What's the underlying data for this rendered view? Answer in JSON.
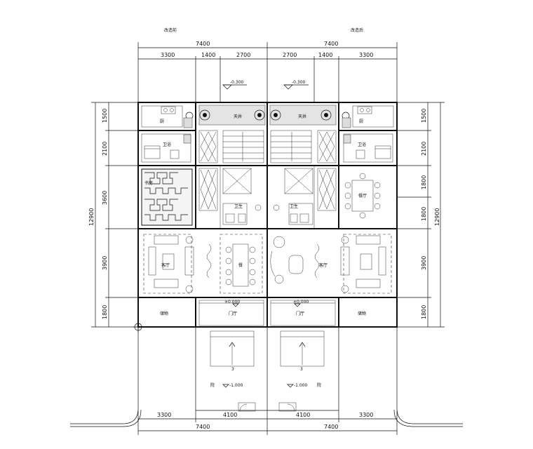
{
  "headings": {
    "left": "改造前",
    "right": "改造后"
  },
  "top_dims": {
    "overall": [
      "7400",
      "7400"
    ],
    "parts": [
      "3300",
      "1400",
      "2700",
      "2700",
      "1400",
      "3300"
    ]
  },
  "bottom_dims": {
    "parts": [
      "3300",
      "4100",
      "4100",
      "3300"
    ],
    "overall": [
      "7400",
      "7400"
    ]
  },
  "left_dims": {
    "parts": [
      "1500",
      "2100",
      "3600",
      "3900",
      "1800"
    ],
    "overall": "12900"
  },
  "right_dims": {
    "parts": [
      "1500",
      "2100",
      "1800",
      "1800",
      "3900",
      "1800"
    ],
    "overall": "12900"
  },
  "elevations": {
    "top_left": "-0.300",
    "top_right": "-0.300",
    "mid_left": "±0.000",
    "mid_right": "±0.000",
    "bottom_left": "-1.000",
    "bottom_right": "-1.000"
  },
  "rooms": {
    "left_kitchen": "厨",
    "left_bath": "卫浴",
    "left_study": "书房",
    "left_living": "客厅",
    "left_dining": "餐",
    "left_storage": "储物",
    "left_hall": "门厅",
    "left_yard": "院",
    "left_court": "天井",
    "right_kitchen": "厨",
    "right_bath": "卫浴",
    "right_dining_room": "餐厅",
    "right_living": "客厅",
    "right_storage": "储物",
    "right_hall": "门厅",
    "right_yard": "院",
    "right_court": "天井",
    "left_wc": "卫生",
    "right_wc": "卫生"
  },
  "stair_marks": {
    "left_num": "3",
    "right_num": "3"
  }
}
